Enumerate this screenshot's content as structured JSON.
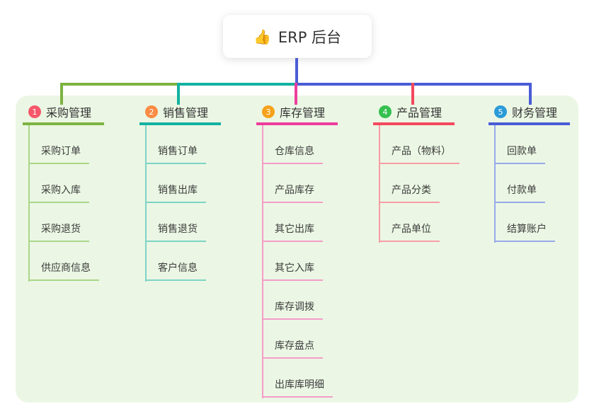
{
  "root": {
    "icon": "👍",
    "title": "ERP 后台"
  },
  "colors": {
    "panel_bg": "#ebf7e4",
    "root_line": "#4a5cd6",
    "text_dark": "#333333"
  },
  "branches": [
    {
      "index": "1",
      "title": "采购管理",
      "line_color": "#7cb342",
      "badge_color": "#f6576a",
      "child_line_color": "#abd689",
      "children": [
        "采购订单",
        "采购入库",
        "采购退货",
        "供应商信息"
      ]
    },
    {
      "index": "2",
      "title": "销售管理",
      "line_color": "#13b2a1",
      "badge_color": "#fb8b44",
      "child_line_color": "#7ed3c6",
      "children": [
        "销售订单",
        "销售出库",
        "销售退货",
        "客户信息"
      ]
    },
    {
      "index": "3",
      "title": "库存管理",
      "line_color": "#ee3d9d",
      "badge_color": "#f6a21d",
      "child_line_color": "#f59cc9",
      "children": [
        "仓库信息",
        "产品库存",
        "其它出库",
        "其它入库",
        "库存调拨",
        "库存盘点",
        "出库库明细"
      ]
    },
    {
      "index": "4",
      "title": "产品管理",
      "line_color": "#f4485e",
      "badge_color": "#35c050",
      "child_line_color": "#f79da6",
      "children": [
        "产品（物料）",
        "产品分类",
        "产品单位"
      ]
    },
    {
      "index": "5",
      "title": "财务管理",
      "line_color": "#4a5cd6",
      "badge_color": "#2b9bd8",
      "child_line_color": "#97a9ea",
      "children": [
        "回款单",
        "付款单",
        "结算账户"
      ]
    }
  ]
}
